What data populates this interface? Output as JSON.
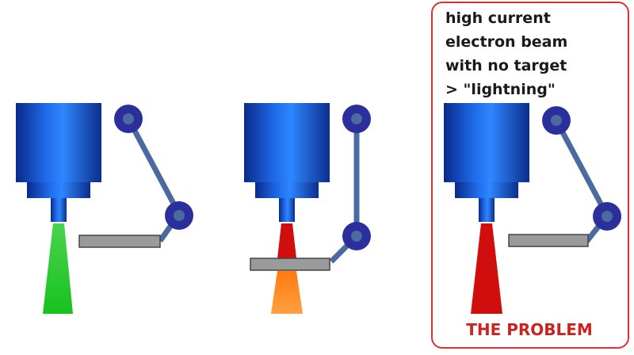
{
  "panels": [
    {
      "id": "left",
      "beam_color": "green",
      "has_target": true
    },
    {
      "id": "middle",
      "beam_color": "red-orange",
      "has_target": true
    },
    {
      "id": "right",
      "beam_color": "red",
      "has_target": false
    }
  ],
  "caption": {
    "lines": [
      "high current",
      "electron beam",
      "with no target",
      "> \"lightning\""
    ],
    "problem_label": "THE PROBLEM"
  },
  "colors": {
    "gun_blue": "#1a5fd8",
    "gun_dark": "#0b2e8c",
    "arm": "#4a6aa0",
    "joint": "#2a2f9c",
    "plate": "#9a9a9a",
    "beam_green": "#2fcf3a",
    "beam_red": "#d10e0e",
    "beam_orange": "#ff8a1a",
    "frame_red": "#e03030",
    "problem_text": "#cc2222"
  }
}
